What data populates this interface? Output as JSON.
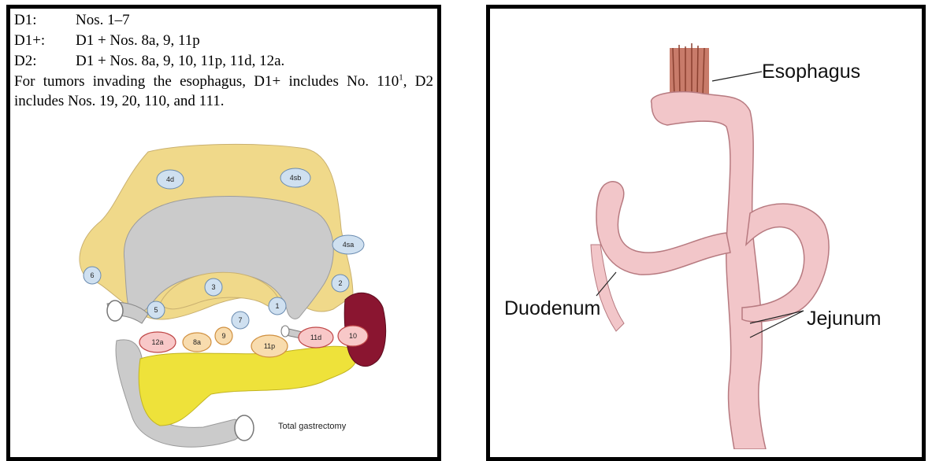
{
  "definitions": [
    {
      "key": "D1:",
      "value": "Nos. 1–7"
    },
    {
      "key": "D1+:",
      "value": "D1 + Nos. 8a, 9, 11p"
    },
    {
      "key": "D2:",
      "value": "D1 + Nos. 8a, 9, 10, 11p, 11d, 12a."
    }
  ],
  "note": {
    "before": "For tumors invading the esophagus, D1+ includes No. 110",
    "superscript": "1",
    "after": ", D2 includes Nos. 19, 20, 110, and 111."
  },
  "left_diagram": {
    "caption": "Total gastrectomy",
    "nodes": [
      "4d",
      "4sb",
      "4sa",
      "6",
      "3",
      "2",
      "5",
      "1",
      "7",
      "12a",
      "8a",
      "9",
      "11p",
      "11d",
      "10"
    ]
  },
  "right_diagram": {
    "labels": {
      "esophagus": "Esophagus",
      "duodenum": "Duodenum",
      "jejunum": "Jejunum"
    }
  },
  "colors": {
    "omentum_yellow": "#f0d98a",
    "stomach_gray": "#cbcbcb",
    "pancreas_yellow": "#eee23a",
    "spleen_red": "#8a1530",
    "node_blue": "#cfe0f0",
    "node_orange": "#f8dcae",
    "node_red": "#f8c8c8",
    "intestine_pink": "#f2c6c9"
  }
}
